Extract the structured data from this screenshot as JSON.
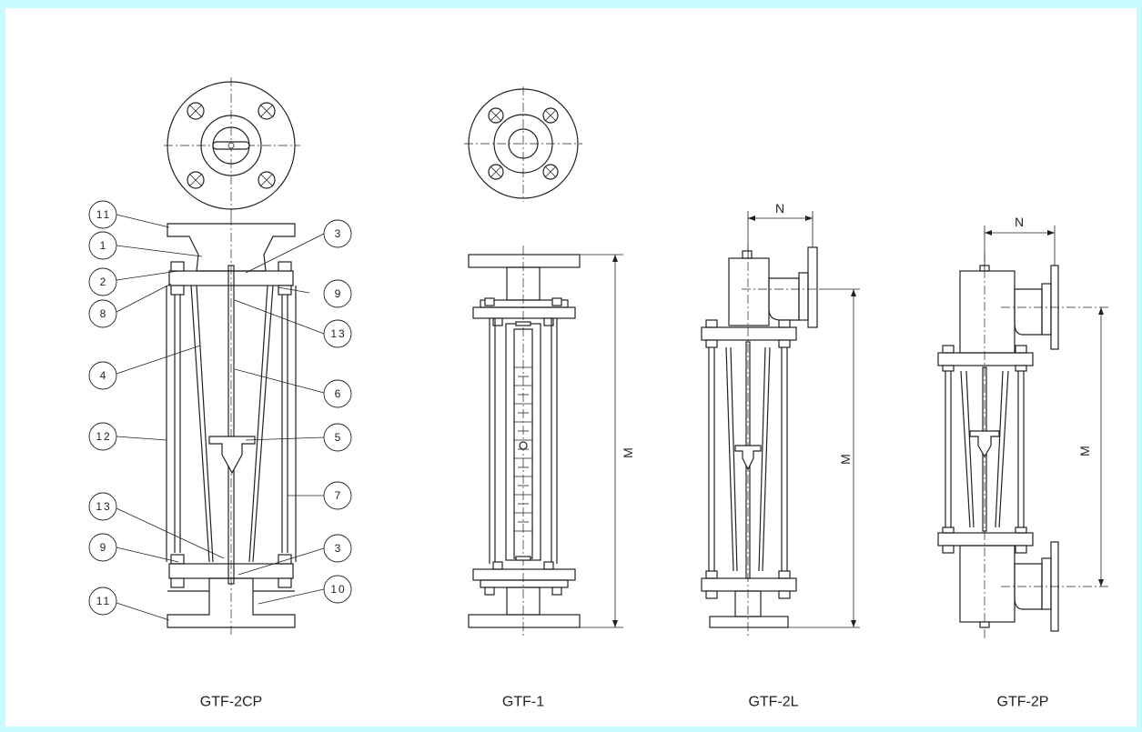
{
  "models": [
    {
      "caption": "GTF-2CP"
    },
    {
      "caption": "GTF-1"
    },
    {
      "caption": "GTF-2L"
    },
    {
      "caption": "GTF-2P"
    }
  ],
  "callouts": [
    "11",
    "1",
    "2",
    "8",
    "4",
    "12",
    "13",
    "9",
    "11",
    "3",
    "9",
    "13",
    "6",
    "5",
    "7",
    "3",
    "10"
  ],
  "dimensions": {
    "m": "M",
    "n": "N"
  },
  "colors": {
    "border": "#c8fbff",
    "line": "#222222"
  }
}
